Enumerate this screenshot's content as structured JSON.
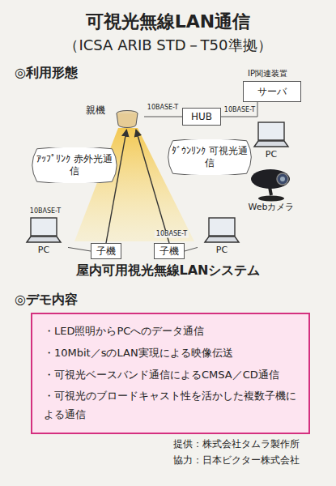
{
  "diagram": {
    "title": "可視光無線LAN通信",
    "caption": "屋内可用視光無線LANシステム",
    "nodes": [
      {
        "text": [
          "親機"
        ]
      },
      {
        "text": [
          "HUB"
        ]
      },
      {
        "text": [
          "サーバ"
        ]
      },
      {
        "text": [
          "PC"
        ]
      },
      {
        "text": [
          "Webカメラ"
        ]
      },
      {
        "text": [
          "ｱｯﾌﾟﾘﾝｸ 赤外光通信"
        ]
      },
      {
        "text": [
          "ﾀﾞｳﾝﾘﾝｸ 可視光通信"
        ]
      },
      {
        "text": [
          "PC"
        ]
      },
      {
        "text": [
          "子機"
        ]
      },
      {
        "text": [
          "子機"
        ]
      },
      {
        "text": [
          "PC"
        ]
      },
      {
        "text": [
          "・LED照明からPCへのデータ通信",
          "・10Mbit／sのLAN実現による映像伝送",
          "・可視光ベースバンド通信によるCMSA／CD通信",
          "・可視光のブロードキャスト性を活かした複数子機による通信"
        ]
      }
    ],
    "edges": [
      {
        "from": 0,
        "to": 1,
        "label": "10BASE-T",
        "arrow": "none"
      },
      {
        "from": 1,
        "to": 2,
        "label": "10BASE-T",
        "arrow": "none"
      },
      {
        "from": 7,
        "to": 8,
        "label": "10BASE-T",
        "arrow": "none"
      },
      {
        "from": 9,
        "to": 10,
        "label": "10BASE-T",
        "arrow": "none"
      },
      {
        "from": 8,
        "to": 0,
        "arrow": "to"
      },
      {
        "from": 9,
        "to": 0,
        "arrow": "to"
      }
    ],
    "labels": [
      "（ICSA ARIB STD－T50準拠）",
      "◎利用形態",
      "IP関連装置",
      "◎デモ内容",
      "提供：株式会社タムラ製作所",
      "協力：日本ビクター株式会社"
    ]
  }
}
